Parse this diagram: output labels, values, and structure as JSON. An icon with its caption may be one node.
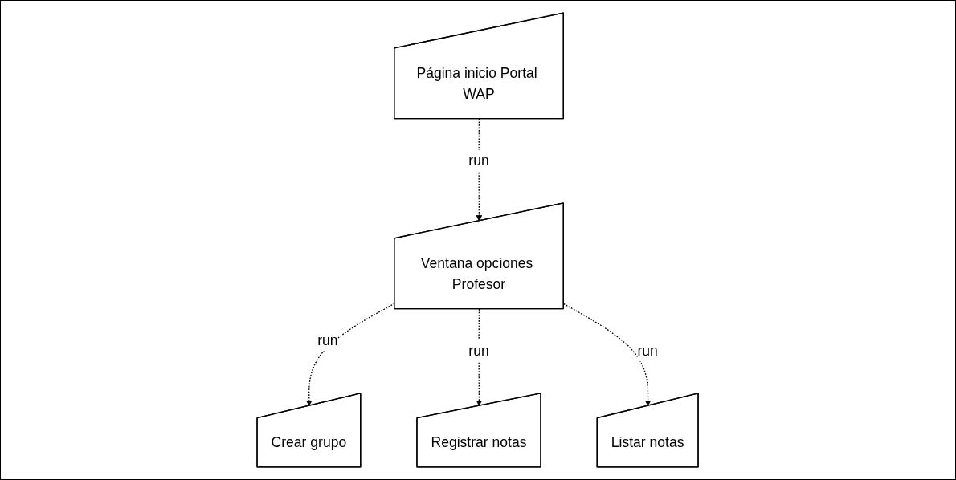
{
  "diagram": {
    "nodes": [
      {
        "text": [
          "Página inicio Portal WAP"
        ]
      },
      {
        "text": [
          "Ventana opciones Profesor"
        ]
      },
      {
        "text": [
          "Crear grupo"
        ]
      },
      {
        "text": [
          "Registrar notas"
        ]
      },
      {
        "text": [
          "Listar notas"
        ]
      }
    ],
    "edges": [
      {
        "from": 0,
        "to": 1,
        "arrow": "to",
        "label": "run",
        "style": "dashed"
      },
      {
        "from": 1,
        "to": 2,
        "arrow": "to",
        "label": "run",
        "style": "dashed"
      },
      {
        "from": 1,
        "to": 3,
        "arrow": "to",
        "label": "run",
        "style": "dashed"
      },
      {
        "from": 1,
        "to": 4,
        "arrow": "to",
        "label": "run",
        "style": "dashed"
      }
    ]
  }
}
